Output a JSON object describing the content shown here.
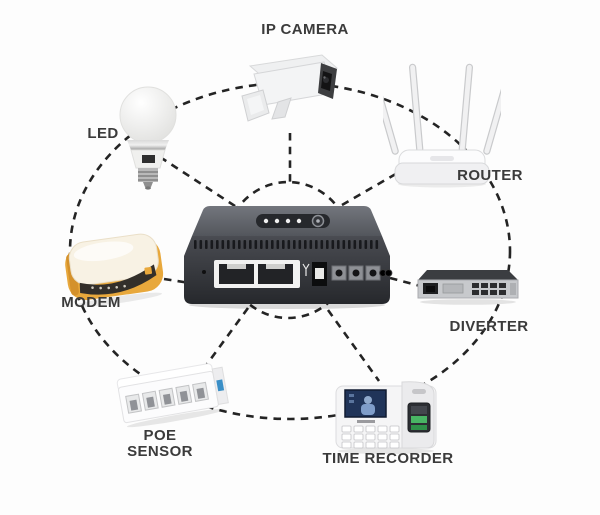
{
  "diagram": {
    "nodes": {
      "ip_camera": {
        "label": "IP CAMERA"
      },
      "led": {
        "label": "LED"
      },
      "router": {
        "label": "ROUTER"
      },
      "modem": {
        "label": "MODEM"
      },
      "diverter": {
        "label": "DIVERTER"
      },
      "poe_sensor": {
        "label": "POE SENSOR"
      },
      "time_recorder": {
        "label": "TIME RECORDER"
      }
    },
    "center_device": {
      "icon": "mini-ups-icon",
      "indicator_leds": 4,
      "rj45_ports": 2,
      "usb_ports": 1,
      "dc_ports": 3
    },
    "colors": {
      "connection_line": "#242424",
      "label_text": "#3b3b3b",
      "modem_orange": "#e8a83c",
      "ups_body": "#2b2d31",
      "fingerprint_green": "#49b564",
      "poe_sticker_blue": "#3a8fc7"
    }
  }
}
